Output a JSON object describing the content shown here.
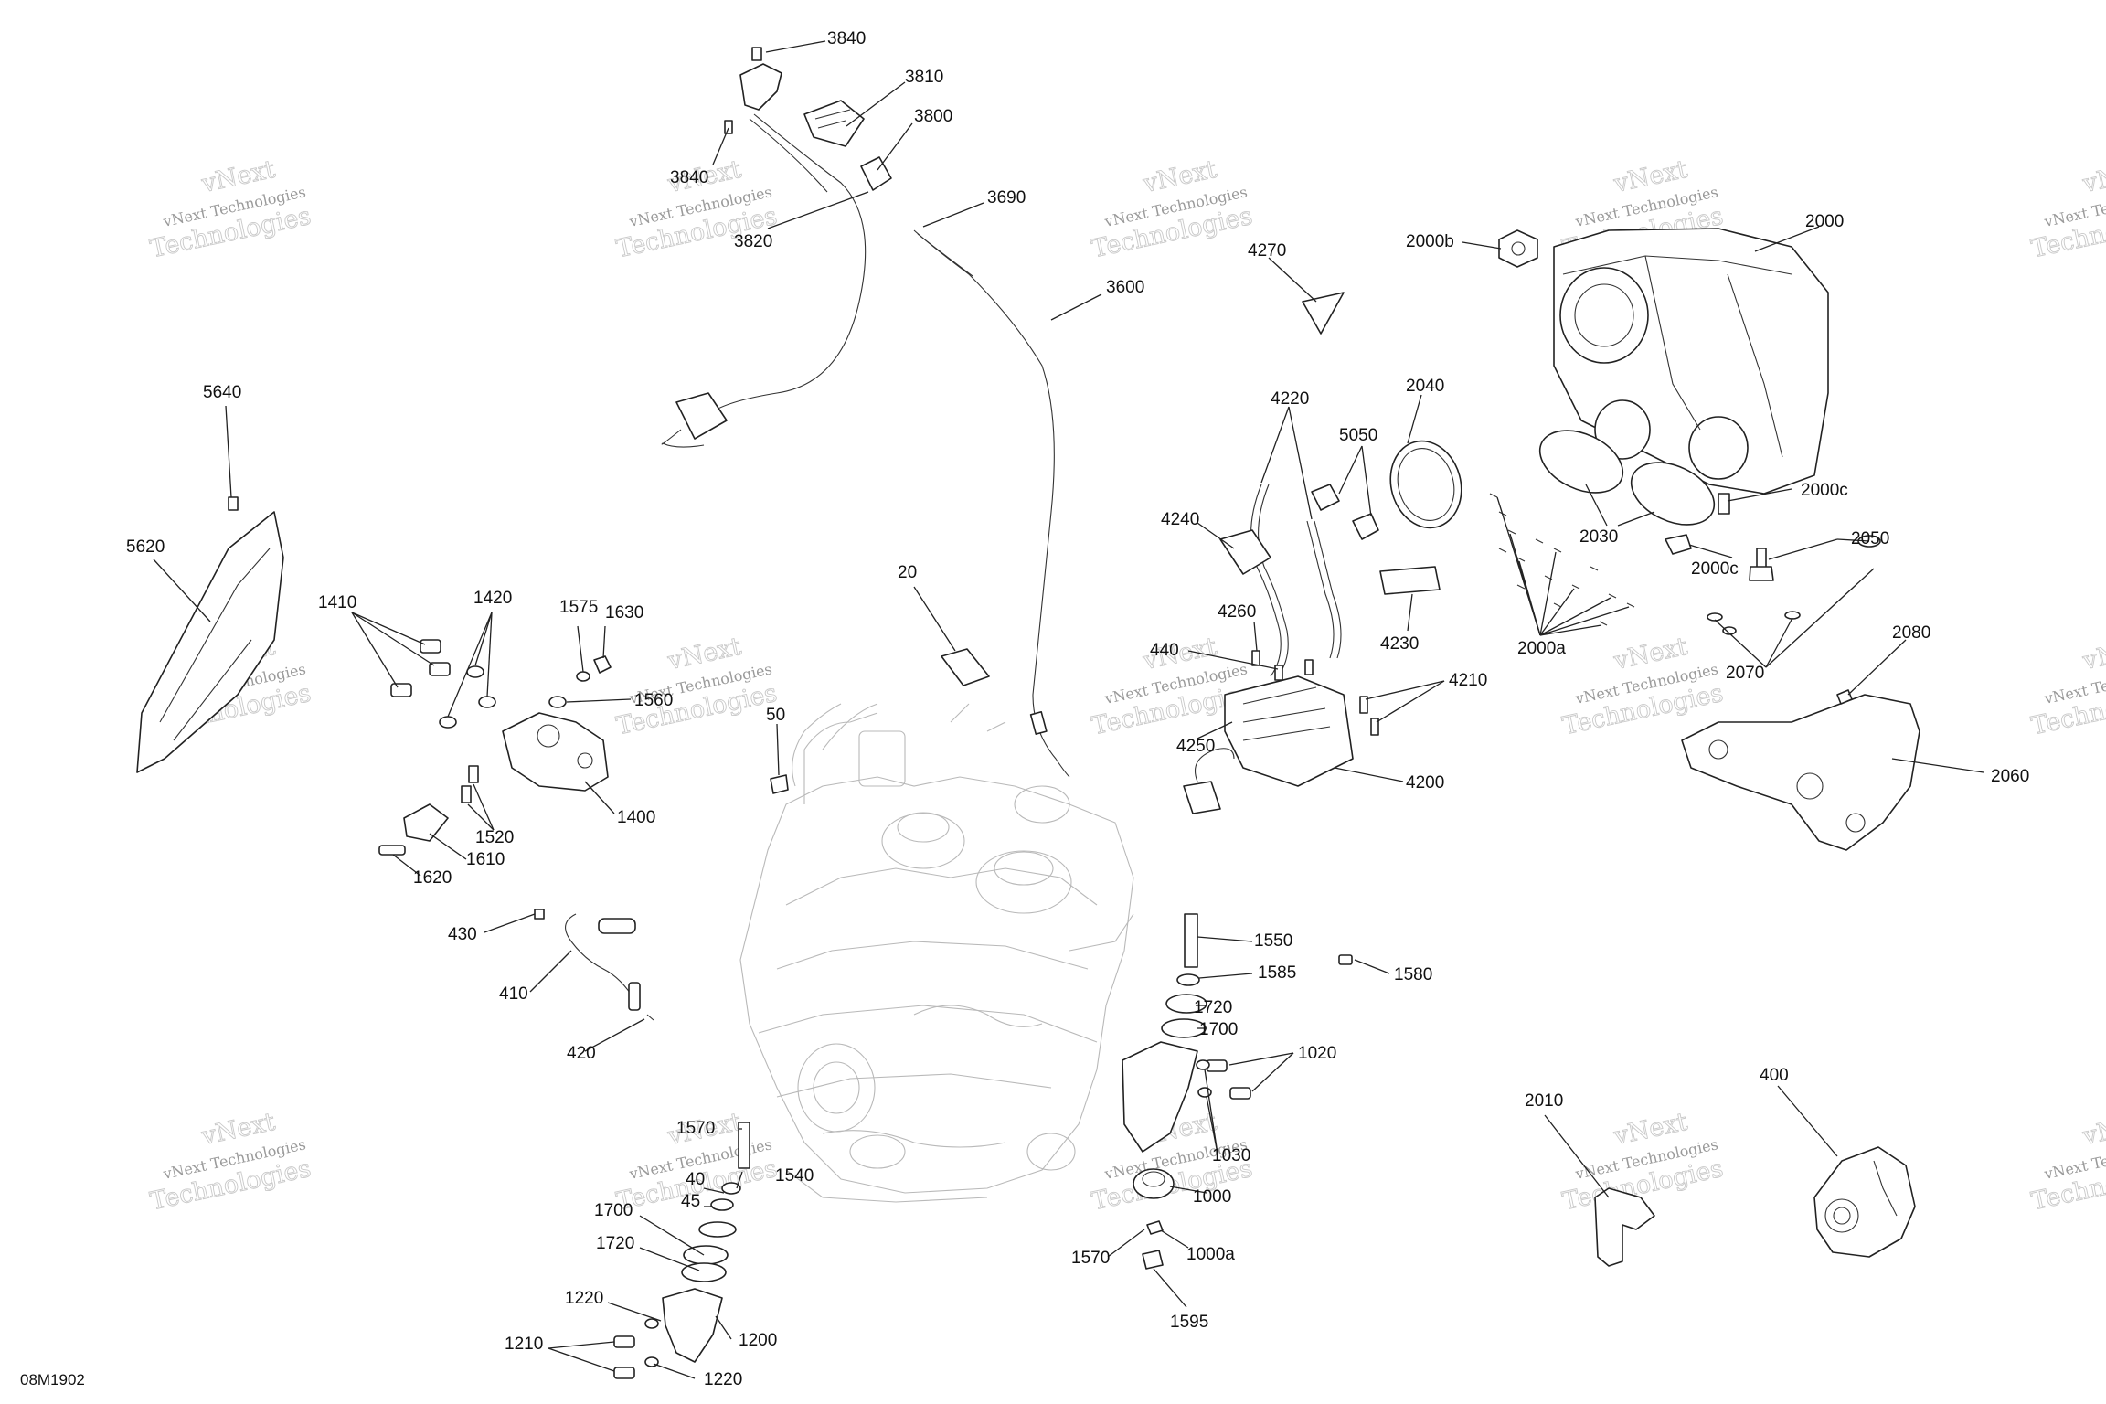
{
  "drawing_code": "08M1902",
  "watermark": {
    "line1": "vNext Technologies",
    "line2": "vNext",
    "line3": "Technologies"
  },
  "callouts": [
    "3840",
    "3810",
    "3800",
    "3840",
    "3820",
    "3690",
    "3600",
    "4270",
    "2000b",
    "2000",
    "2040",
    "4220",
    "5050",
    "4240",
    "2000c",
    "2030",
    "2050",
    "2000c",
    "4230",
    "2000a",
    "2070",
    "2080",
    "2060",
    "4260",
    "440",
    "4210",
    "4250",
    "4200",
    "20",
    "50",
    "5640",
    "5620",
    "1410",
    "1420",
    "1575",
    "1630",
    "1560",
    "1400",
    "1520",
    "1610",
    "1620",
    "430",
    "410",
    "420",
    "1550",
    "1585",
    "1580",
    "1720",
    "1700",
    "1020",
    "1030",
    "1000",
    "1000a",
    "1570",
    "1595",
    "1570",
    "40",
    "1540",
    "45",
    "1700",
    "1720",
    "1220",
    "1200",
    "1210",
    "1220",
    "2010",
    "400"
  ]
}
